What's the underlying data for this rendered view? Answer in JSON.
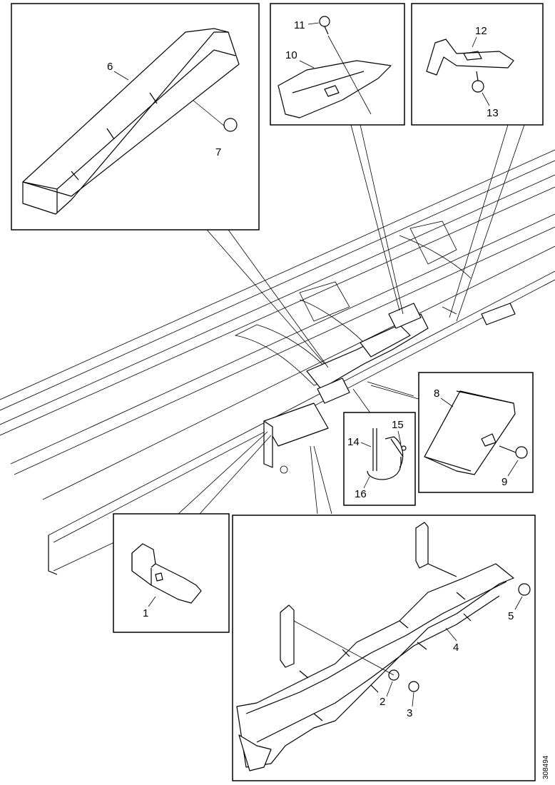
{
  "callouts": {
    "c1": "1",
    "c2": "2",
    "c3": "3",
    "c4": "4",
    "c5": "5",
    "c6": "6",
    "c7": "7",
    "c8": "8",
    "c9": "9",
    "c10": "10",
    "c11": "11",
    "c12": "12",
    "c13": "13",
    "c14": "14",
    "c15": "15",
    "c16": "16"
  },
  "reference_code": "308494"
}
